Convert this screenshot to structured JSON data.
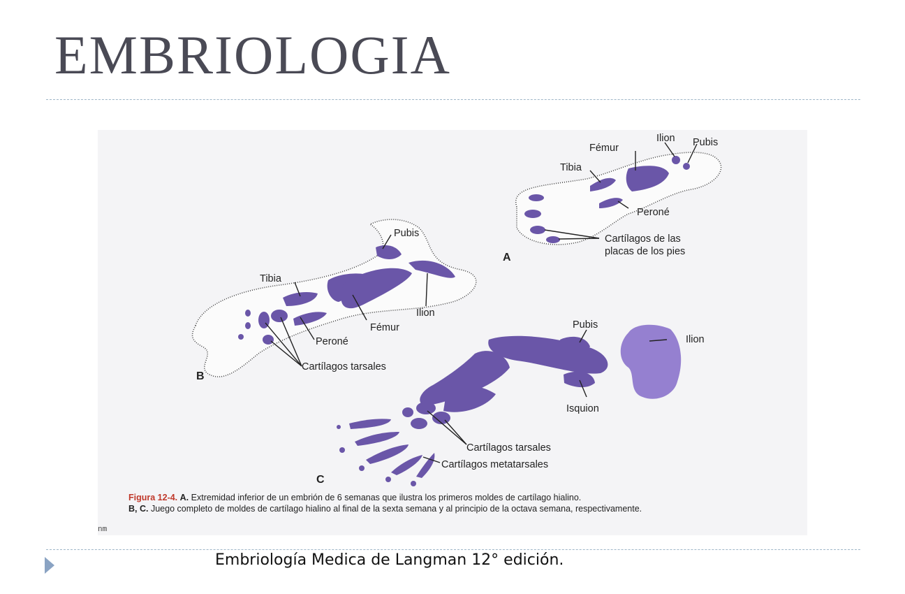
{
  "slide": {
    "title": "EMBRIOLOGIA",
    "source": "Embriología Medica de Langman 12° edición."
  },
  "figure": {
    "panels": [
      "A",
      "B",
      "C"
    ],
    "labels_a": {
      "ilion": "Ilion",
      "pubis": "Pubis",
      "femur": "Fémur",
      "tibia": "Tibia",
      "perone": "Peroné",
      "cartilagos_line1": "Cartílagos de las",
      "cartilagos_line2": "placas de los pies"
    },
    "labels_b": {
      "pubis": "Pubis",
      "tibia": "Tibia",
      "ilion": "Ilion",
      "femur": "Fémur",
      "perone": "Peroné",
      "tarsales": "Cartílagos tarsales"
    },
    "labels_c": {
      "pubis": "Pubis",
      "ilion": "Ilion",
      "isquion": "Isquion",
      "tarsales": "Cartílagos tarsales",
      "metatarsales": "Cartílagos metatarsales"
    },
    "caption": {
      "figure_label": "Figura 12-4.",
      "a_label": "A.",
      "a_text": "Extremidad inferior de un embrión de 6 semanas que ilustra los primeros moldes de cartílago hialino.",
      "bc_label": "B, C.",
      "bc_text": "Juego completo de moldes de cartílago hialino al final de la sexta semana y al principio de la octava semana, respectivamente."
    },
    "crop_mark": "nm"
  }
}
